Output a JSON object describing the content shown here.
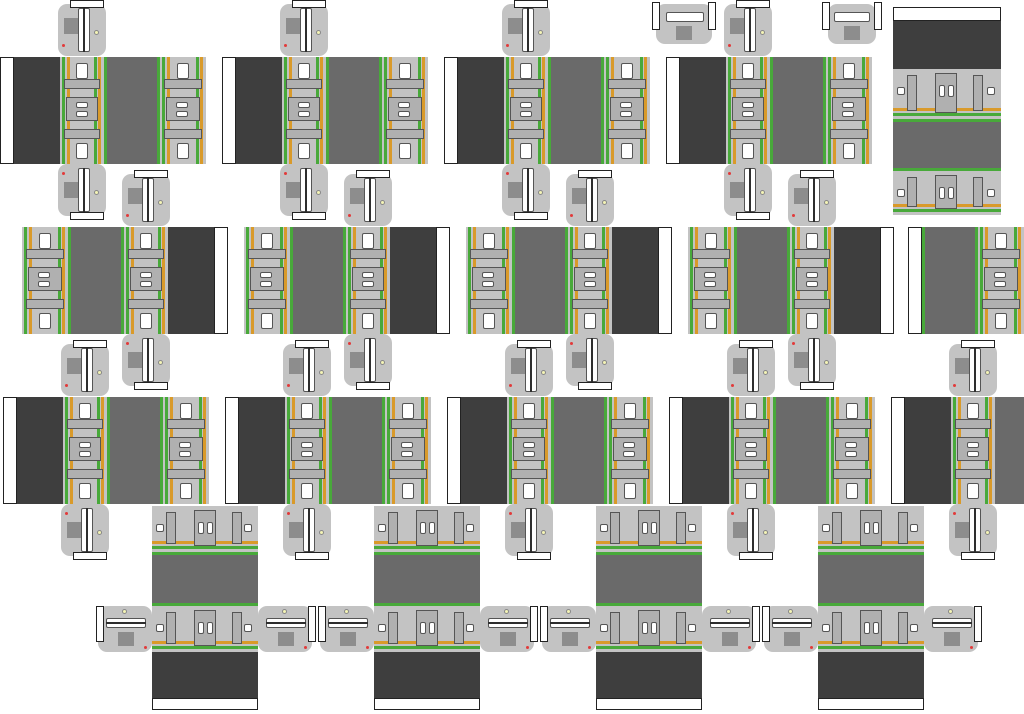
{
  "sheet": {
    "description_label": "",
    "colors": {
      "body_gray": "#c3c3c3",
      "roof_dark": "#6a6a6a",
      "side_dark": "#3e3e3e",
      "stripe_green": "#48a93a",
      "stripe_orange": "#d99a2a",
      "window_white": "#ffffff",
      "lamp_yellow": "#f4f4b5",
      "marker_red": "#e23a3a"
    },
    "vertical_kit_rows": [
      {
        "row": 1,
        "kits": 4,
        "extra_panel": "horizontal-car-top"
      },
      {
        "row": 2,
        "kits": 4,
        "extra_panel": "partial-right"
      },
      {
        "row": 3,
        "kits": 4,
        "extra_panel": "partial-right"
      }
    ],
    "horizontal_kit_row": {
      "kits": 4
    },
    "icons": [
      "train-cab-front-icon",
      "train-door-icon",
      "train-window-icon",
      "headlight-icon"
    ]
  }
}
